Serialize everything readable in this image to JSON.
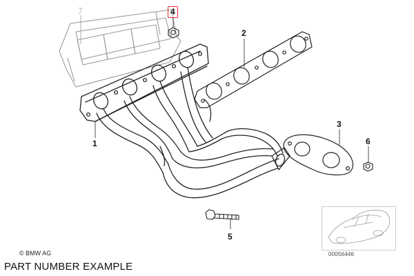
{
  "callouts": [
    {
      "id": "1",
      "label": "1",
      "style": "normal"
    },
    {
      "id": "2",
      "label": "2",
      "style": "normal"
    },
    {
      "id": "3",
      "label": "3",
      "style": "normal"
    },
    {
      "id": "4",
      "label": "4",
      "style": "highlighted"
    },
    {
      "id": "5",
      "label": "5",
      "style": "normal"
    },
    {
      "id": "6",
      "label": "6",
      "style": "normal"
    },
    {
      "id": "7",
      "label": "7",
      "style": "faded"
    }
  ],
  "colors": {
    "line": "#222222",
    "faded_line": "#9a9a9a",
    "highlight": "#d9262b",
    "background": "#ffffff"
  },
  "copyright": "© BMW AG",
  "diagram_number": "00056446",
  "caption": "PART NUMBER EXAMPLE"
}
